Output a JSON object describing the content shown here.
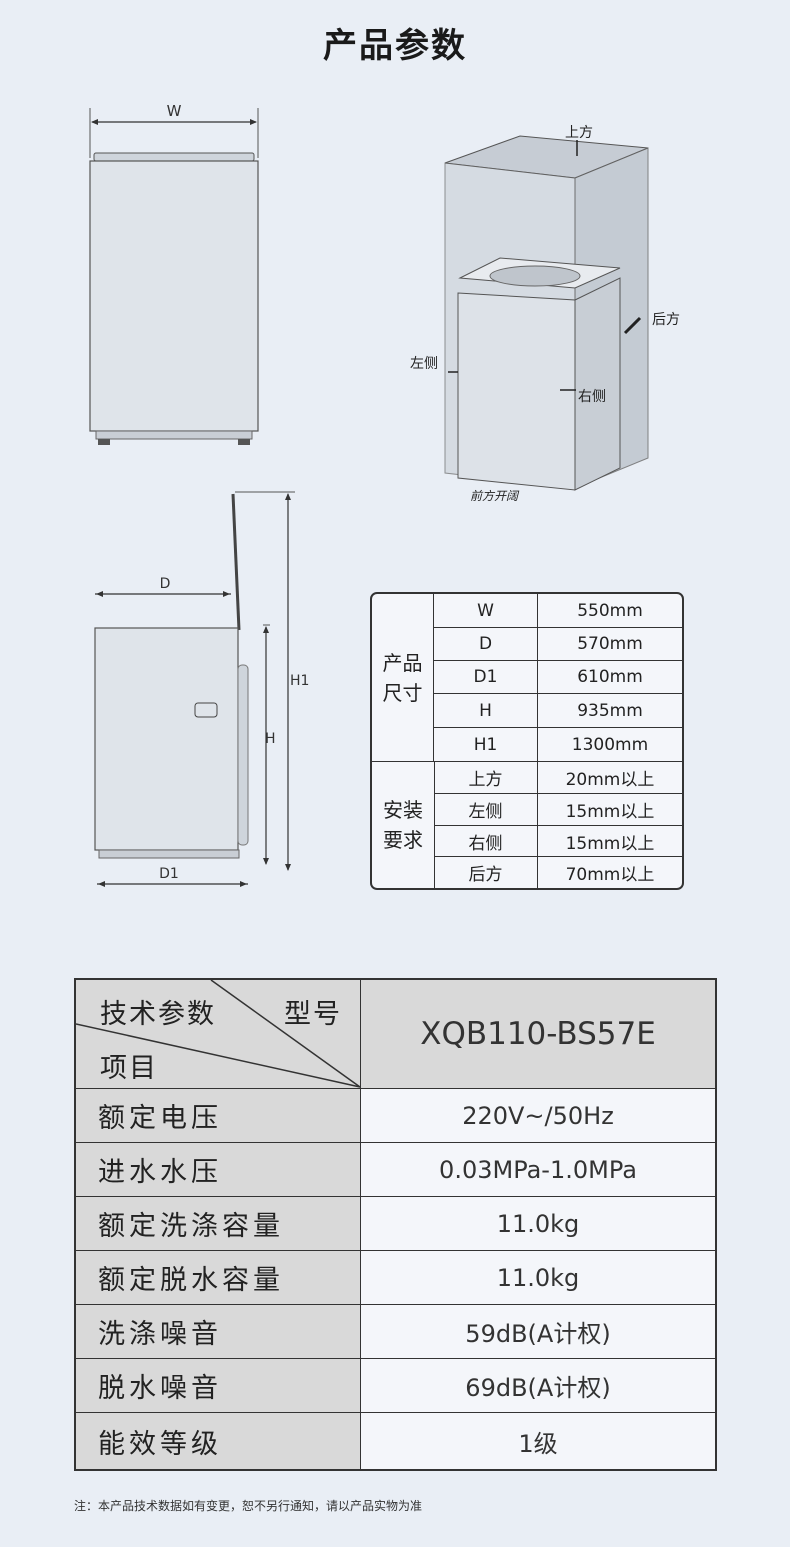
{
  "title": "产品参数",
  "diagrams": {
    "width_label": "W",
    "depth_label": "D",
    "depth1_label": "D1",
    "height_label": "H",
    "height1_label": "H1",
    "clearance": {
      "top": "上方",
      "back": "后方",
      "left": "左侧",
      "right": "右侧",
      "front": "前方开阔"
    }
  },
  "dimension_table": {
    "groups": [
      {
        "name": "产品\n尺寸",
        "rows": [
          {
            "item": "W",
            "value": "550mm"
          },
          {
            "item": "D",
            "value": "570mm"
          },
          {
            "item": "D1",
            "value": "610mm"
          },
          {
            "item": "H",
            "value": "935mm"
          },
          {
            "item": "H1",
            "value": "1300mm"
          }
        ]
      },
      {
        "name": "安装\n要求",
        "rows": [
          {
            "item": "上方",
            "value": "20mm以上"
          },
          {
            "item": "左侧",
            "value": "15mm以上"
          },
          {
            "item": "右侧",
            "value": "15mm以上"
          },
          {
            "item": "后方",
            "value": "70mm以上"
          }
        ]
      }
    ]
  },
  "spec_table": {
    "header": {
      "tech_params": "技术参数",
      "model_label": "型号",
      "item_label": "项目",
      "model": "XQB110-BS57E"
    },
    "rows": [
      {
        "label": "额定电压",
        "value": "220V~/50Hz"
      },
      {
        "label": "进水水压",
        "value": "0.03MPa-1.0MPa"
      },
      {
        "label": "额定洗涤容量",
        "value": "11.0kg"
      },
      {
        "label": "额定脱水容量",
        "value": "11.0kg"
      },
      {
        "label": "洗涤噪音",
        "value": "59dB(A计权)"
      },
      {
        "label": "脱水噪音",
        "value": "69dB(A计权)"
      },
      {
        "label": "能效等级",
        "value": "1级"
      }
    ]
  },
  "footnote": "注：本产品技术数据如有变更，恕不另行通知，请以产品实物为准"
}
